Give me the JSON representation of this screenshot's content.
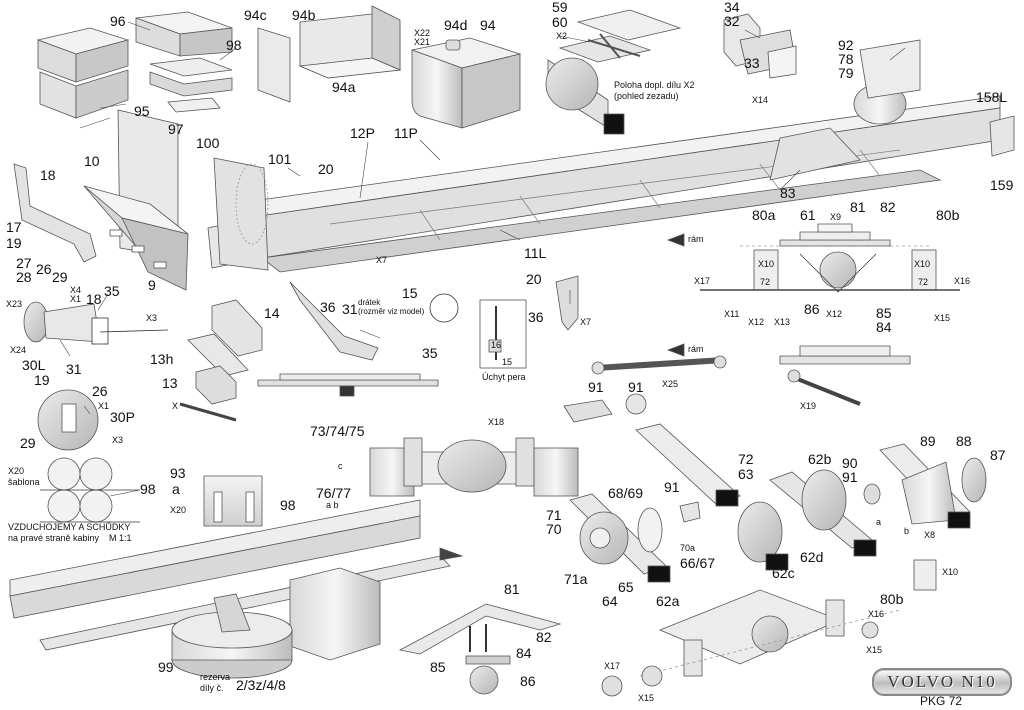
{
  "brand": {
    "title": "VOLVO N10",
    "code": "PKG 72"
  },
  "notes": {
    "x2_position": "Poloha dopl. dílu X2\n(pohled zezadu)",
    "wire": "drátek\n(rozměr viz model)",
    "spring_clip": "Úchyt pera",
    "frame_top": "rám",
    "frame_bottom": "rám",
    "template": "X20\nšablona",
    "air_tanks": "VZDUCHOJEMY A SCHŮDKY\nna pravé straně kabiny    M 1:1",
    "spare": "rezerva\ndíly č.",
    "spare_parts": "2/3z/4/8"
  },
  "labels": [
    {
      "id": "96",
      "text": "96"
    },
    {
      "id": "98a",
      "text": "98"
    },
    {
      "id": "95",
      "text": "95"
    },
    {
      "id": "97",
      "text": "97"
    },
    {
      "id": "94c",
      "text": "94c"
    },
    {
      "id": "94b",
      "text": "94b"
    },
    {
      "id": "94a",
      "text": "94a"
    },
    {
      "id": "x22",
      "text": "X22"
    },
    {
      "id": "x21",
      "text": "X21"
    },
    {
      "id": "94d",
      "text": "94d"
    },
    {
      "id": "94",
      "text": "94"
    },
    {
      "id": "59",
      "text": "59"
    },
    {
      "id": "60",
      "text": "60"
    },
    {
      "id": "x2",
      "text": "X2"
    },
    {
      "id": "34",
      "text": "34"
    },
    {
      "id": "32",
      "text": "32"
    },
    {
      "id": "33",
      "text": "33"
    },
    {
      "id": "92",
      "text": "92"
    },
    {
      "id": "78",
      "text": "78"
    },
    {
      "id": "79",
      "text": "79"
    },
    {
      "id": "x14",
      "text": "X14"
    },
    {
      "id": "158l",
      "text": "158L"
    },
    {
      "id": "159",
      "text": "159"
    },
    {
      "id": "100",
      "text": "100"
    },
    {
      "id": "101",
      "text": "101"
    },
    {
      "id": "20a",
      "text": "20"
    },
    {
      "id": "12p",
      "text": "12P"
    },
    {
      "id": "11p",
      "text": "11P"
    },
    {
      "id": "83",
      "text": "83"
    },
    {
      "id": "18a",
      "text": "18"
    },
    {
      "id": "10",
      "text": "10"
    },
    {
      "id": "17",
      "text": "17"
    },
    {
      "id": "19a",
      "text": "19"
    },
    {
      "id": "27",
      "text": "27"
    },
    {
      "id": "28",
      "text": "28"
    },
    {
      "id": "26a",
      "text": "26"
    },
    {
      "id": "29a",
      "text": "29"
    },
    {
      "id": "x4",
      "text": "X4"
    },
    {
      "id": "x1a",
      "text": "X1"
    },
    {
      "id": "18b",
      "text": "18"
    },
    {
      "id": "35a",
      "text": "35"
    },
    {
      "id": "x23",
      "text": "X23"
    },
    {
      "id": "x3a",
      "text": "X3"
    },
    {
      "id": "x24",
      "text": "X24"
    },
    {
      "id": "30l",
      "text": "30L"
    },
    {
      "id": "19b",
      "text": "19"
    },
    {
      "id": "31a",
      "text": "31"
    },
    {
      "id": "9",
      "text": "9"
    },
    {
      "id": "14",
      "text": "14"
    },
    {
      "id": "36a",
      "text": "36"
    },
    {
      "id": "31b",
      "text": "31"
    },
    {
      "id": "x7a",
      "text": "X7"
    },
    {
      "id": "15a",
      "text": "15"
    },
    {
      "id": "11l",
      "text": "11L"
    },
    {
      "id": "20b",
      "text": "20"
    },
    {
      "id": "36b",
      "text": "36"
    },
    {
      "id": "x7b",
      "text": "X7"
    },
    {
      "id": "35b",
      "text": "35"
    },
    {
      "id": "16",
      "text": "16"
    },
    {
      "id": "15b",
      "text": "15"
    },
    {
      "id": "80a",
      "text": "80a"
    },
    {
      "id": "61",
      "text": "61"
    },
    {
      "id": "x9",
      "text": "X9"
    },
    {
      "id": "81a",
      "text": "81"
    },
    {
      "id": "82a",
      "text": "82"
    },
    {
      "id": "80b",
      "text": "80b"
    },
    {
      "id": "x10a",
      "text": "X10"
    },
    {
      "id": "x10b",
      "text": "X10"
    },
    {
      "id": "72a",
      "text": "72"
    },
    {
      "id": "72b",
      "text": "72"
    },
    {
      "id": "x17a",
      "text": "X17"
    },
    {
      "id": "x16a",
      "text": "X16"
    },
    {
      "id": "x11",
      "text": "X11"
    },
    {
      "id": "x12a",
      "text": "X12"
    },
    {
      "id": "x13",
      "text": "X13"
    },
    {
      "id": "86a",
      "text": "86"
    },
    {
      "id": "x12b",
      "text": "X12"
    },
    {
      "id": "85a",
      "text": "85"
    },
    {
      "id": "x15a",
      "text": "X15"
    },
    {
      "id": "84a",
      "text": "84"
    },
    {
      "id": "13h",
      "text": "13h"
    },
    {
      "id": "13",
      "text": "13"
    },
    {
      "id": "x5",
      "text": "X"
    },
    {
      "id": "91a",
      "text": "91"
    },
    {
      "id": "91b",
      "text": "91"
    },
    {
      "id": "x25",
      "text": "X25"
    },
    {
      "id": "x19",
      "text": "X19"
    },
    {
      "id": "26b",
      "text": "26"
    },
    {
      "id": "x1b",
      "text": "X1"
    },
    {
      "id": "30p",
      "text": "30P"
    },
    {
      "id": "29b",
      "text": "29"
    },
    {
      "id": "x3b",
      "text": "X3"
    },
    {
      "id": "x18",
      "text": "X18"
    },
    {
      "id": "737475",
      "text": "73/74/75"
    },
    {
      "id": "c",
      "text": "c"
    },
    {
      "id": "7677",
      "text": "76/77"
    },
    {
      "id": "ab1",
      "text": "a b"
    },
    {
      "id": "72c",
      "text": "72"
    },
    {
      "id": "63",
      "text": "63"
    },
    {
      "id": "62b",
      "text": "62b"
    },
    {
      "id": "90",
      "text": "90"
    },
    {
      "id": "91c",
      "text": "91"
    },
    {
      "id": "89",
      "text": "89"
    },
    {
      "id": "88",
      "text": "88"
    },
    {
      "id": "87",
      "text": "87"
    },
    {
      "id": "a1",
      "text": "a"
    },
    {
      "id": "b1",
      "text": "b"
    },
    {
      "id": "x8",
      "text": "X8"
    },
    {
      "id": "98b",
      "text": "98"
    },
    {
      "id": "93",
      "text": "93"
    },
    {
      "id": "a2",
      "text": "a"
    },
    {
      "id": "x20",
      "text": "X20"
    },
    {
      "id": "98c",
      "text": "98"
    },
    {
      "id": "6869",
      "text": "68/69"
    },
    {
      "id": "91d",
      "text": "91"
    },
    {
      "id": "71",
      "text": "71"
    },
    {
      "id": "70",
      "text": "70"
    },
    {
      "id": "70a",
      "text": "70a"
    },
    {
      "id": "6667",
      "text": "66/67"
    },
    {
      "id": "71a",
      "text": "71a"
    },
    {
      "id": "65",
      "text": "65"
    },
    {
      "id": "64",
      "text": "64"
    },
    {
      "id": "62a",
      "text": "62a"
    },
    {
      "id": "62c",
      "text": "62c"
    },
    {
      "id": "62d",
      "text": "62d"
    },
    {
      "id": "x10c",
      "text": "X10"
    },
    {
      "id": "80b2",
      "text": "80b"
    },
    {
      "id": "x16b",
      "text": "X16"
    },
    {
      "id": "x15b",
      "text": "X15"
    },
    {
      "id": "81b",
      "text": "81"
    },
    {
      "id": "82b",
      "text": "82"
    },
    {
      "id": "84b",
      "text": "84"
    },
    {
      "id": "85b",
      "text": "85"
    },
    {
      "id": "86b",
      "text": "86"
    },
    {
      "id": "99",
      "text": "99"
    },
    {
      "id": "x17b",
      "text": "X17"
    },
    {
      "id": "x15c",
      "text": "X15"
    }
  ]
}
